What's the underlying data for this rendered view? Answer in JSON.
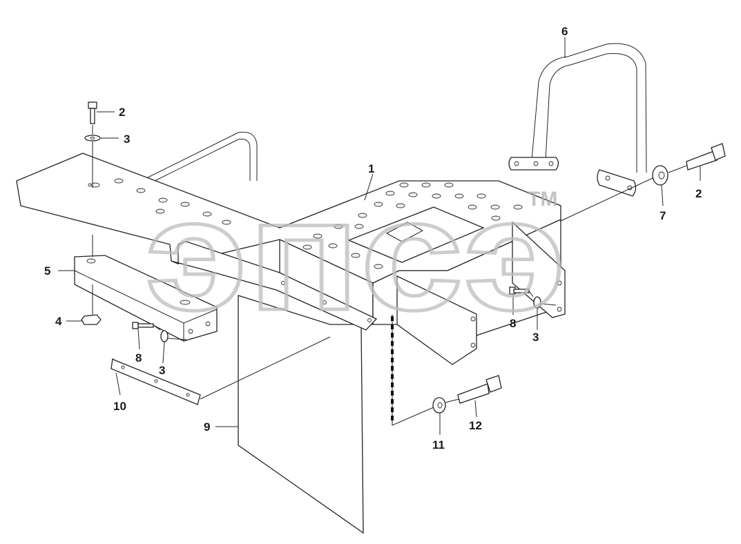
{
  "watermark": {
    "text": "эпсэ",
    "tm": "TM"
  },
  "callouts": {
    "c1": "1",
    "c2a": "2",
    "c2b": "2",
    "c3a": "3",
    "c3b": "3",
    "c3c": "3",
    "c4": "4",
    "c5": "5",
    "c6": "6",
    "c7": "7",
    "c8a": "8",
    "c8b": "8",
    "c9": "9",
    "c10": "10",
    "c11": "11",
    "c12": "12"
  },
  "colors": {
    "line": "#222222",
    "watermark": "#bdbdbd"
  }
}
